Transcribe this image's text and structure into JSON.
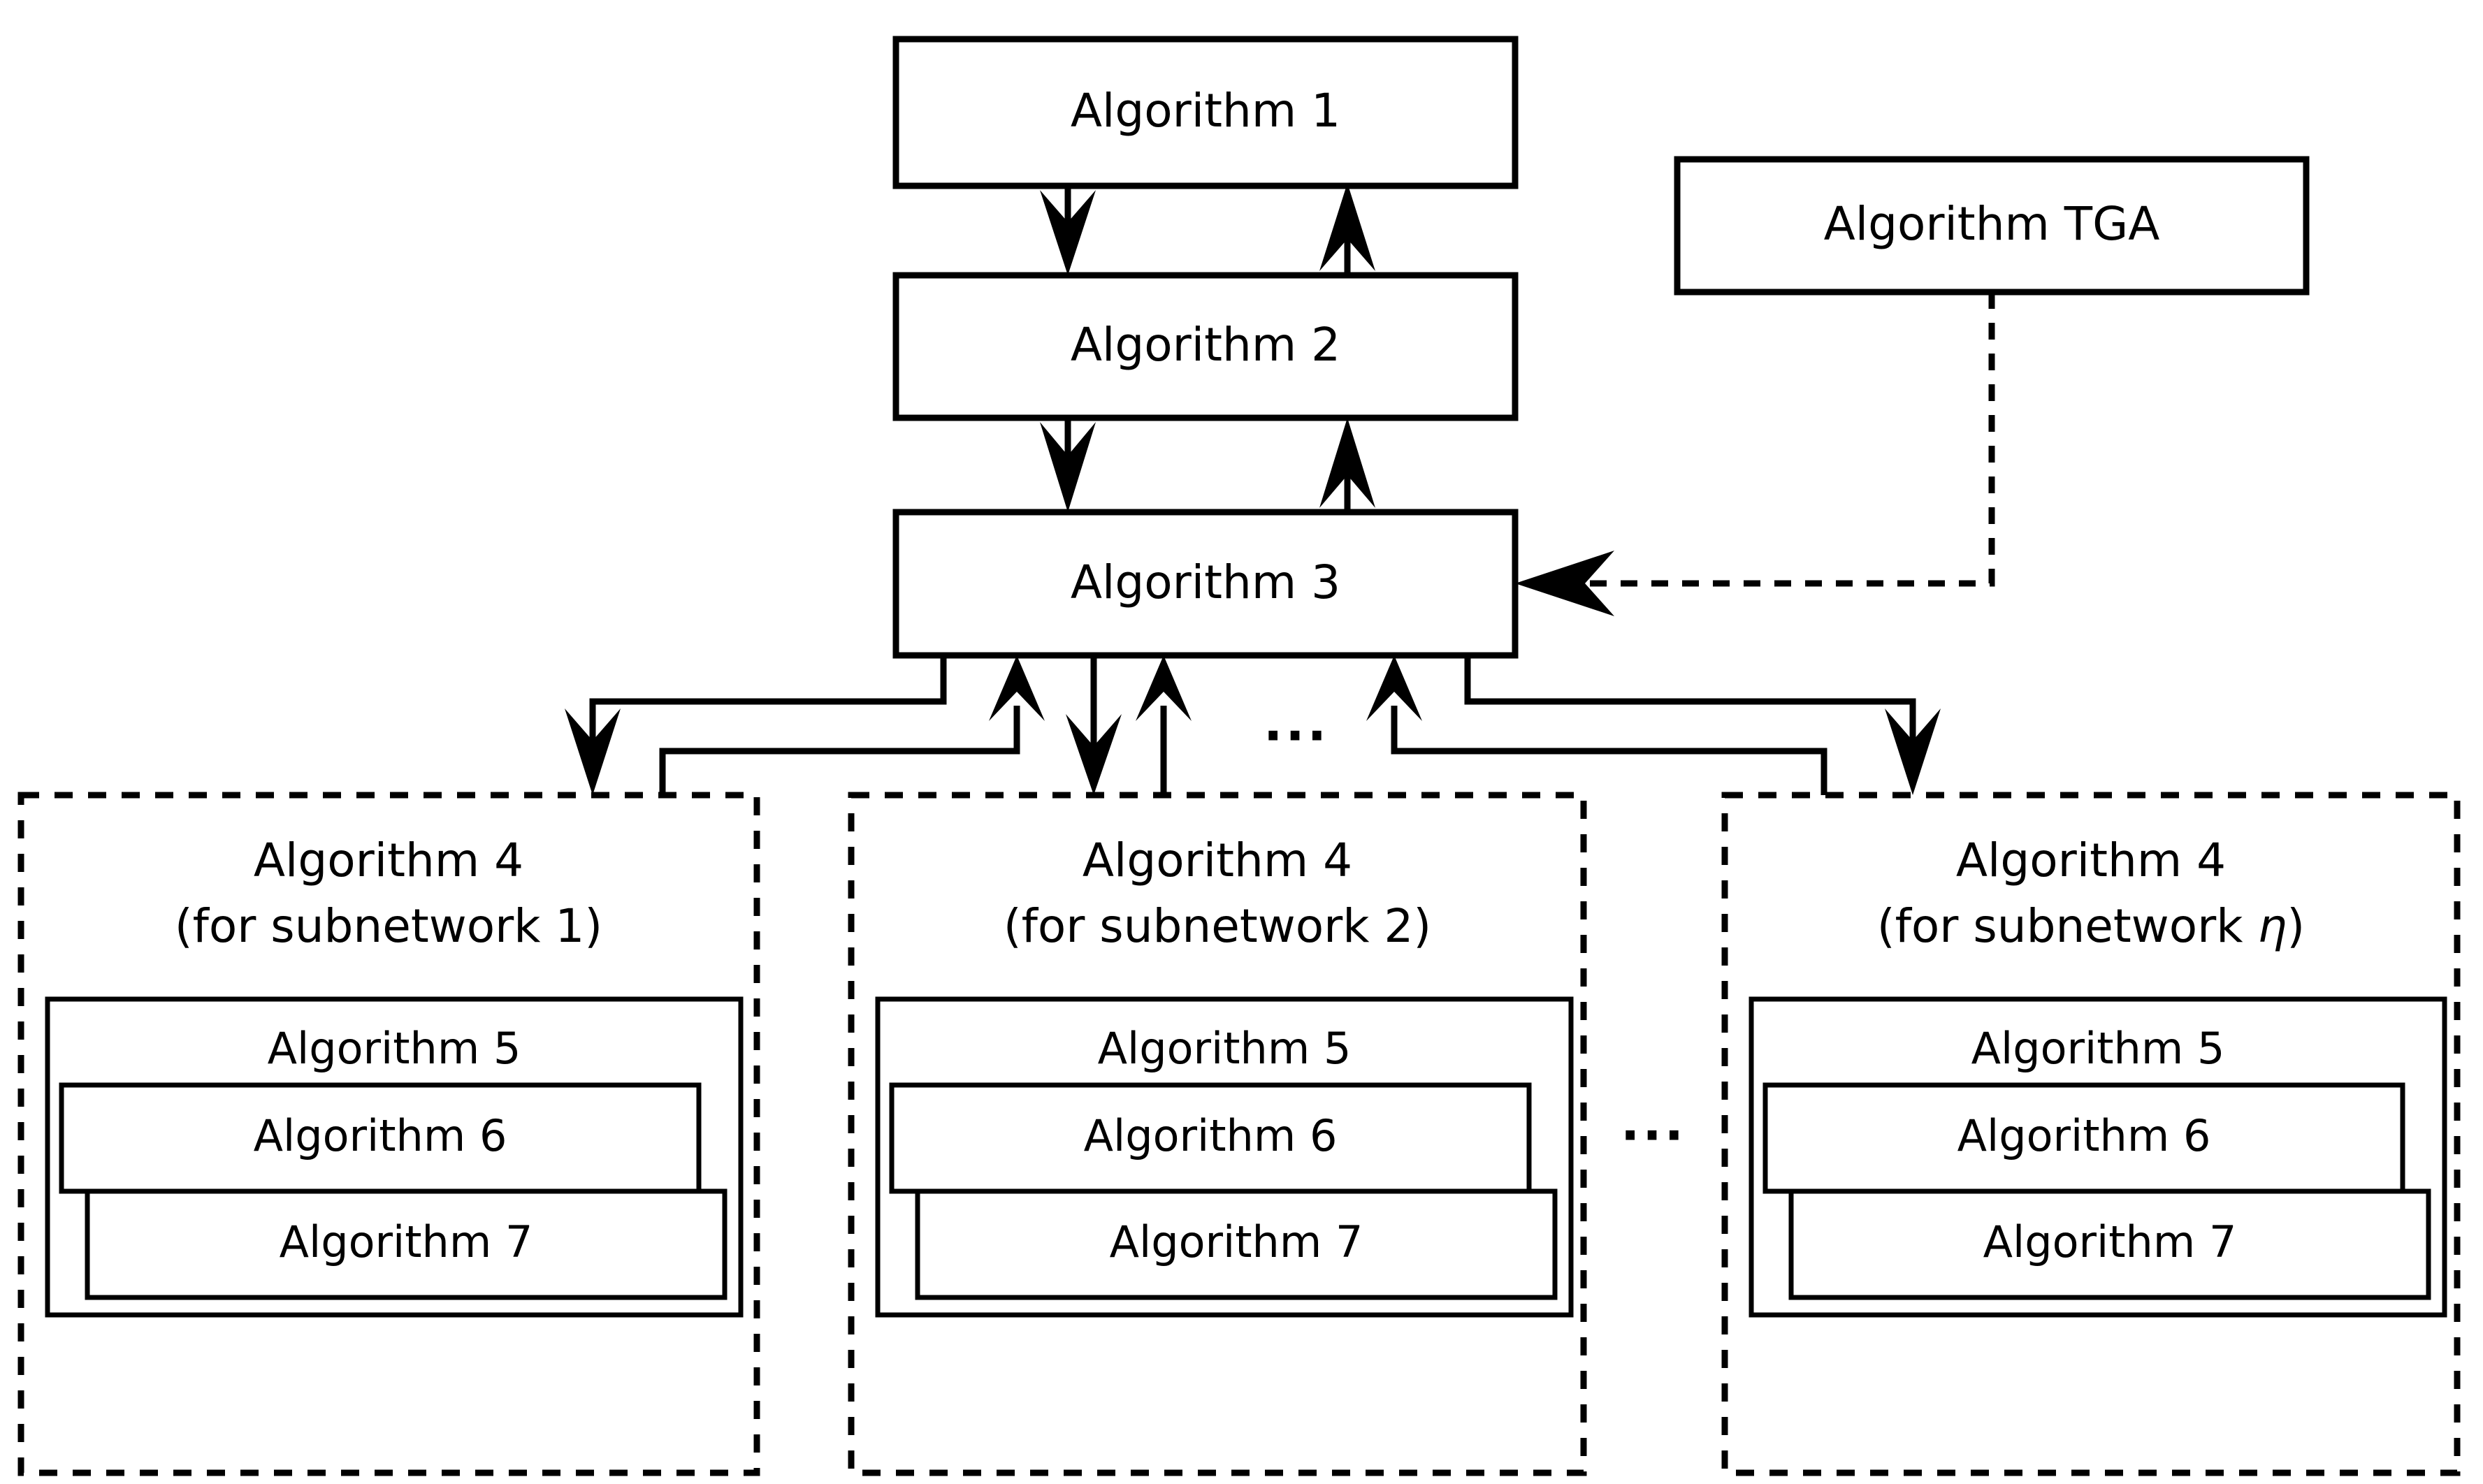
{
  "diagram": {
    "title": "Algorithm hierarchy flow diagram",
    "colors": {
      "stroke": "#000000",
      "fill": "#ffffff",
      "background": "#ffffff"
    },
    "top_chain": [
      {
        "id": "alg1",
        "label": "Algorithm 1"
      },
      {
        "id": "alg2",
        "label": "Algorithm 2"
      },
      {
        "id": "alg3",
        "label": "Algorithm 3"
      }
    ],
    "side_node": {
      "id": "tga",
      "label": "Algorithm TGA",
      "edge_style": "dashed",
      "edge_target": "Algorithm 3"
    },
    "ellipsis_top": "...",
    "ellipsis_bottom": "...",
    "subnetworks": [
      {
        "id": "sub1",
        "title_line1": "Algorithm 4",
        "title_line2": "(for subnetwork 1)",
        "inner": [
          {
            "id": "alg5",
            "label": "Algorithm 5"
          },
          {
            "id": "alg6",
            "label": "Algorithm 6"
          },
          {
            "id": "alg7",
            "label": "Algorithm 7"
          }
        ]
      },
      {
        "id": "sub2",
        "title_line1": "Algorithm 4",
        "title_line2": "(for subnetwork 2)",
        "inner": [
          {
            "id": "alg5",
            "label": "Algorithm 5"
          },
          {
            "id": "alg6",
            "label": "Algorithm 6"
          },
          {
            "id": "alg7",
            "label": "Algorithm 7"
          }
        ]
      },
      {
        "id": "subn",
        "title_line1": "Algorithm 4",
        "title_line2_pre": "(for subnetwork ",
        "title_line2_sym": "η",
        "title_line2_post": ")",
        "inner": [
          {
            "id": "alg5",
            "label": "Algorithm 5"
          },
          {
            "id": "alg6",
            "label": "Algorithm 6"
          },
          {
            "id": "alg7",
            "label": "Algorithm 7"
          }
        ]
      }
    ]
  }
}
